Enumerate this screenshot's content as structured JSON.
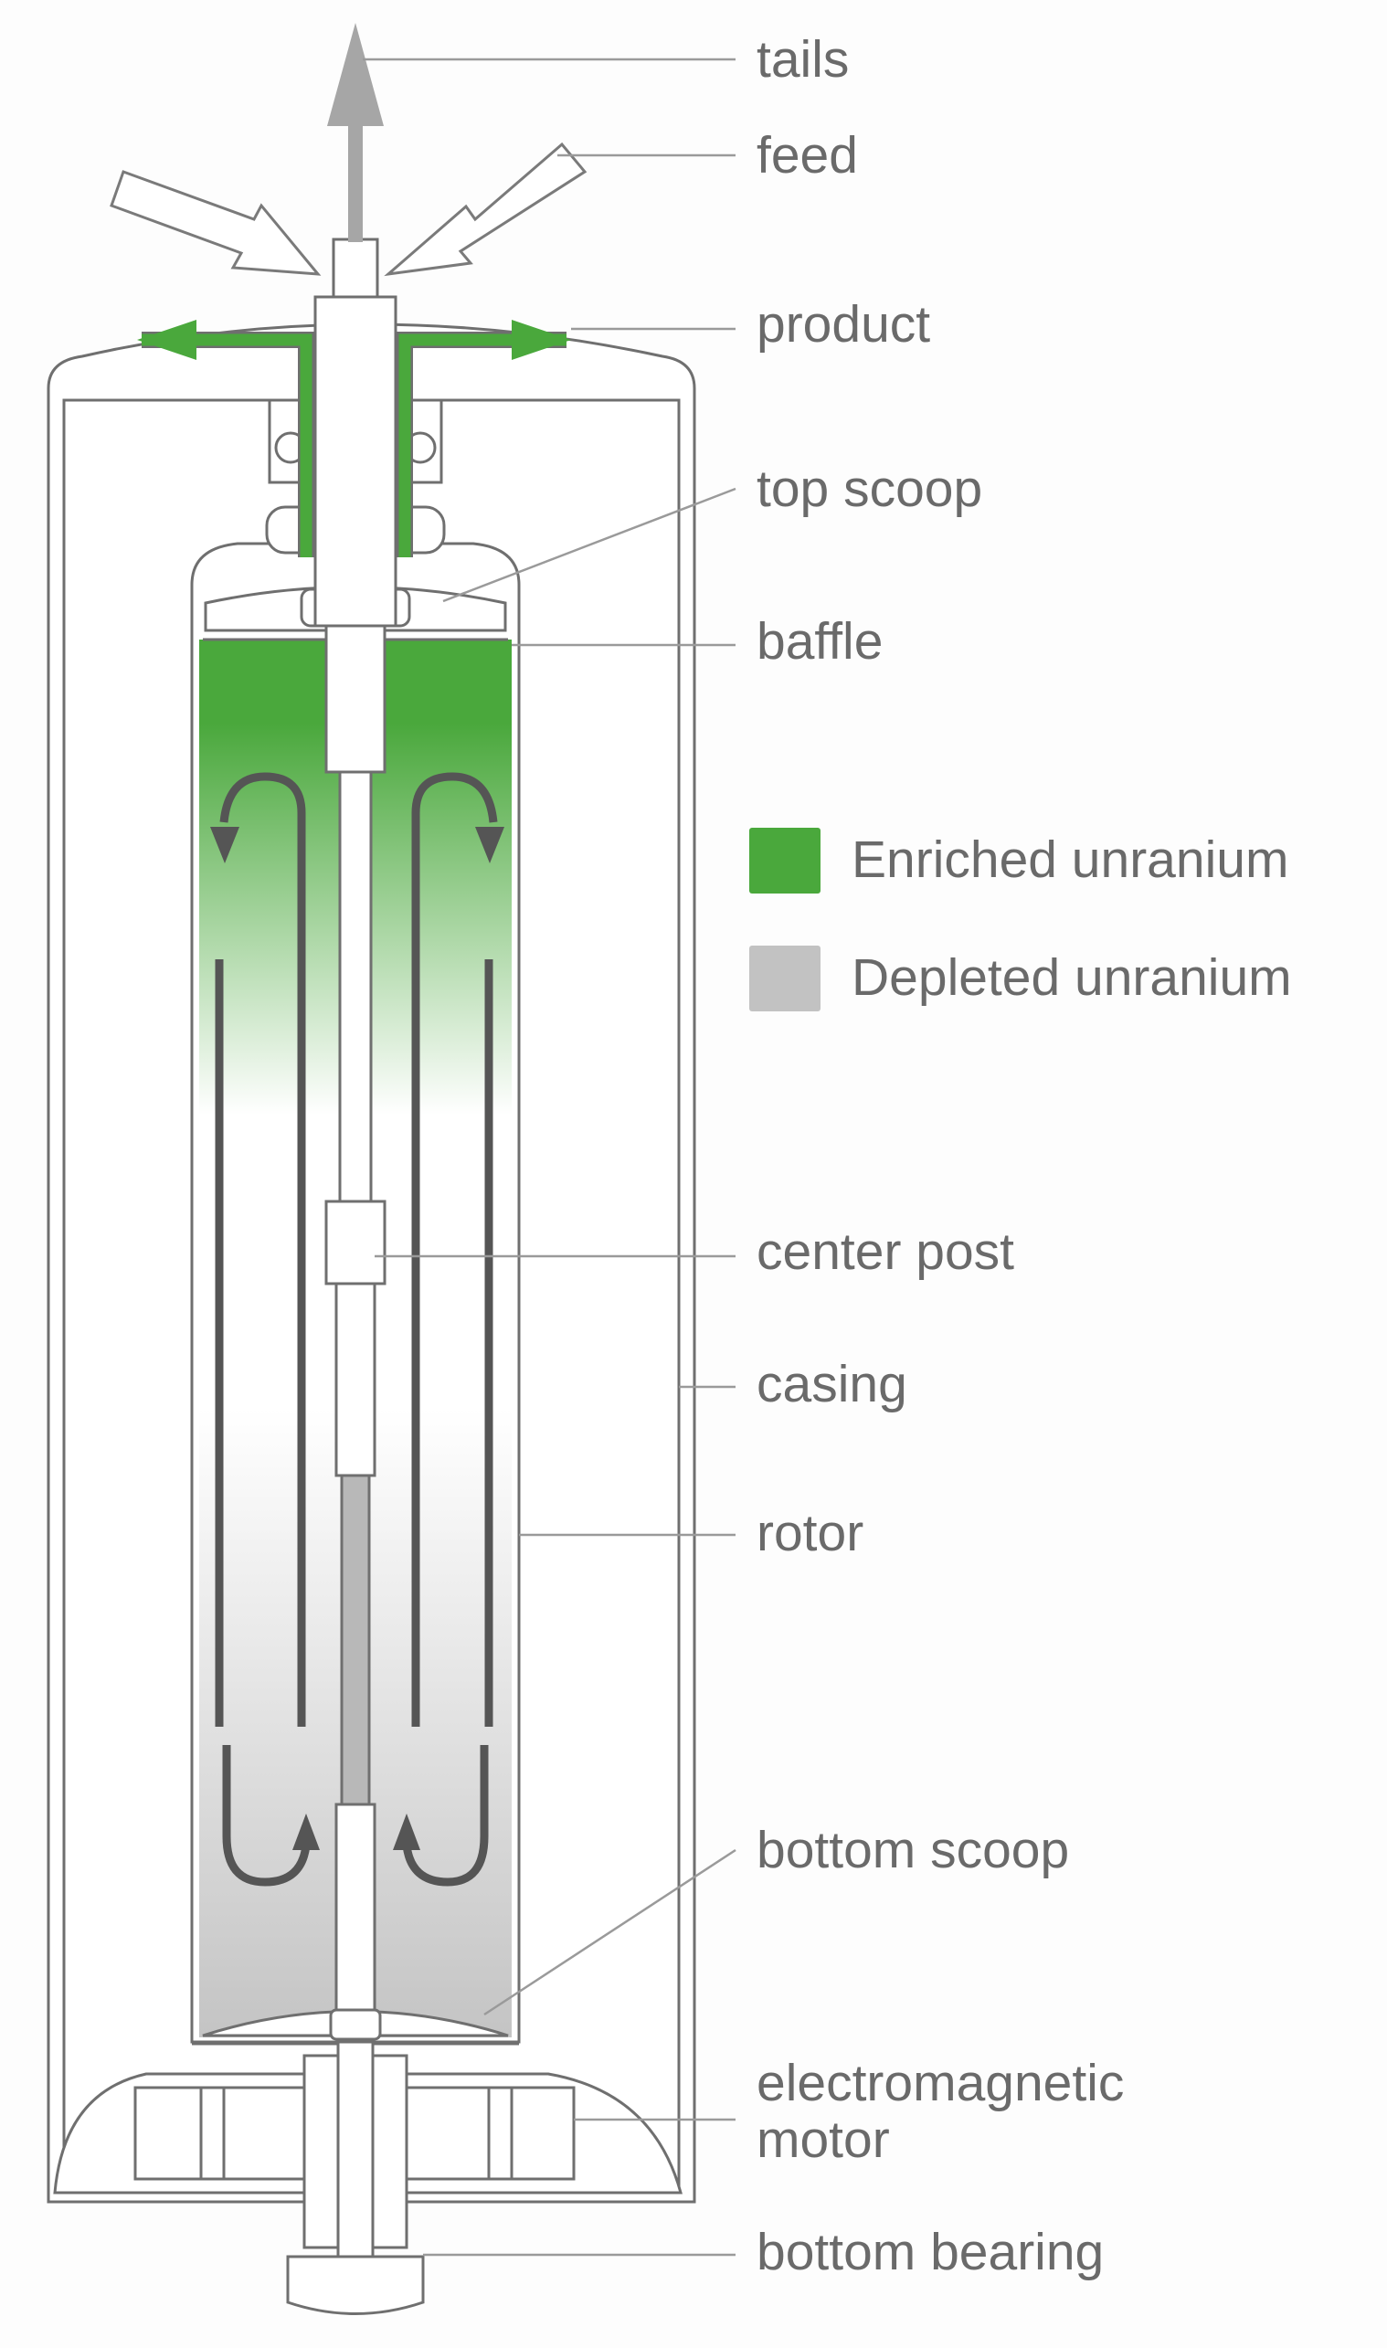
{
  "labels": {
    "tails": "tails",
    "feed": "feed",
    "product": "product",
    "top_scoop": "top scoop",
    "baffle": "baffle",
    "center_post": "center post",
    "casing": "casing",
    "rotor": "rotor",
    "bottom_scoop": "bottom scoop",
    "electromagnetic_motor_line1": "electromagnetic",
    "electromagnetic_motor_line2": "motor",
    "bottom_bearing": "bottom bearing"
  },
  "legend": {
    "enriched": {
      "label": "Enriched unranium",
      "color": "#4aa83c"
    },
    "depleted": {
      "label": "Depleted unranium",
      "color": "#c2c2c2"
    }
  },
  "colors": {
    "outline": "#6f6f6f",
    "flow_arrow": "#555555",
    "tails_arrow": "#a6a6a6",
    "leader_line": "#9a9a9a"
  }
}
